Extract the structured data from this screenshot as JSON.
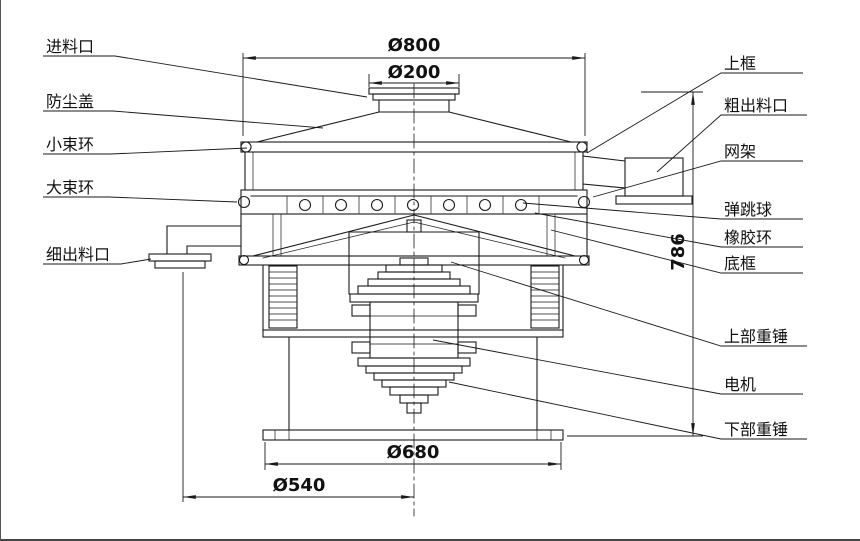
{
  "labels": {
    "left": [
      {
        "id": "feed-inlet",
        "text": "进料口"
      },
      {
        "id": "dust-cover",
        "text": "防尘盖"
      },
      {
        "id": "small-clamp-ring",
        "text": "小束环"
      },
      {
        "id": "large-clamp-ring",
        "text": "大束环"
      },
      {
        "id": "fine-outlet",
        "text": "细出料口"
      }
    ],
    "right": [
      {
        "id": "upper-frame",
        "text": "上框"
      },
      {
        "id": "coarse-outlet",
        "text": "粗出料口"
      },
      {
        "id": "screen-mesh-frame",
        "text": "网架"
      },
      {
        "id": "bouncing-ball",
        "text": "弹跳球"
      },
      {
        "id": "rubber-ring",
        "text": "橡胶环"
      },
      {
        "id": "bottom-frame",
        "text": "底框"
      },
      {
        "id": "upper-weight",
        "text": "上部重锤"
      },
      {
        "id": "motor",
        "text": "电机"
      },
      {
        "id": "lower-weight",
        "text": "下部重锤"
      }
    ]
  },
  "dimensions": {
    "top_diameter": "Ø800",
    "inlet_diameter": "Ø200",
    "overall_height": "786",
    "base_diameter": "Ø680",
    "outlet_offset_diameter": "Ø540"
  },
  "colors": {
    "line": "#1a1a1a",
    "background": "#ffffff"
  }
}
